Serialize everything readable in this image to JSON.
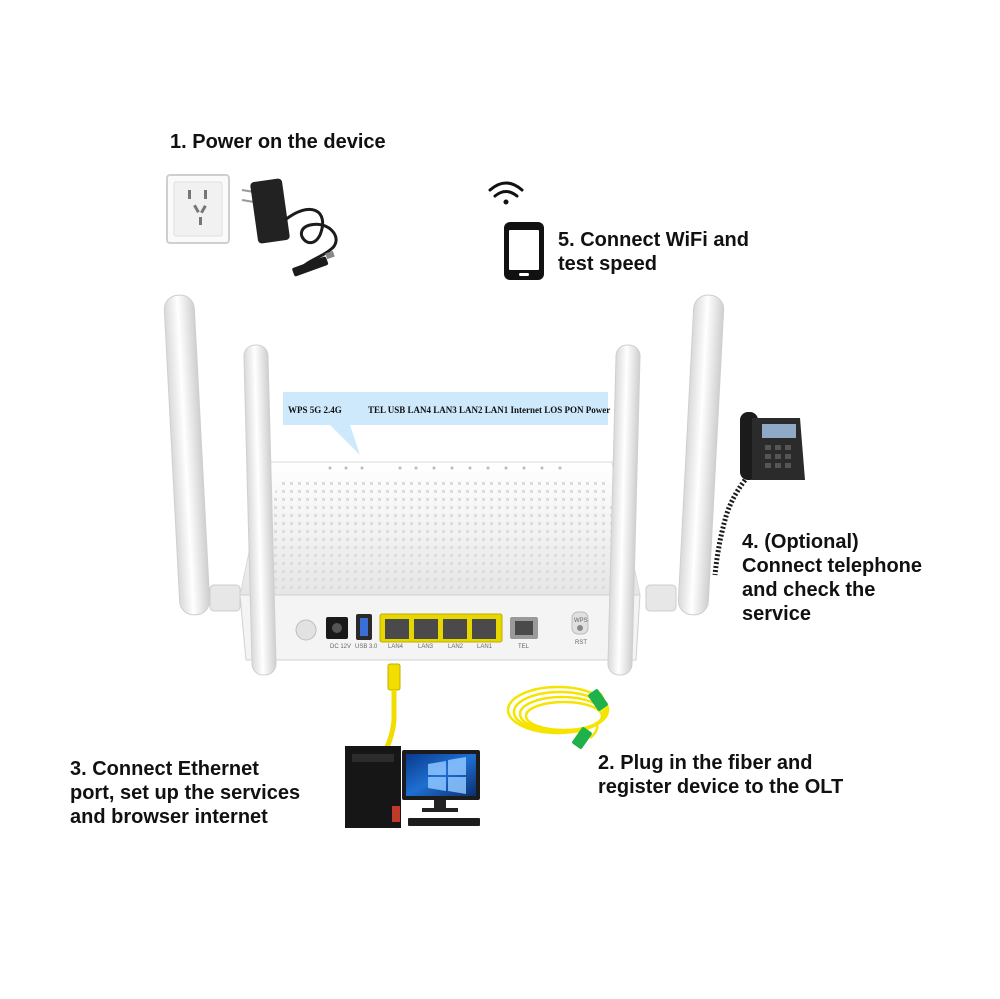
{
  "steps": {
    "step1": "1. Power on the device",
    "step2": [
      "2. Plug in the fiber and",
      "register device to the OLT"
    ],
    "step3": [
      "3. Connect Ethernet",
      "port, set up the services",
      "and browser internet"
    ],
    "step4": [
      "4. (Optional)",
      "Connect telephone",
      "and check the",
      "service"
    ],
    "step5": [
      "5. Connect WiFi and",
      "test speed"
    ]
  },
  "indicator_banner": {
    "left": "WPS  5G  2.4G",
    "right": "TEL  USB LAN4  LAN3  LAN2  LAN1  Internet  LOS  PON  Power"
  },
  "rear_ports": [
    "DC 12V",
    "USB 3.0",
    "LAN4",
    "LAN3",
    "LAN2",
    "LAN1",
    "TEL",
    "WPS",
    "RST"
  ],
  "colors": {
    "ethernet_yellow": "#f2dd00",
    "fiber_yellow": "#f4e400",
    "connector_green": "#1fb24a",
    "banner_blue": "#cde9fb",
    "router_white": "#f3f3f3"
  },
  "icons": [
    "power-outlet-icon",
    "power-adapter-icon",
    "wifi-icon",
    "smartphone-icon",
    "desk-phone-icon",
    "desktop-computer-icon",
    "fiber-cable-icon",
    "router-icon"
  ]
}
